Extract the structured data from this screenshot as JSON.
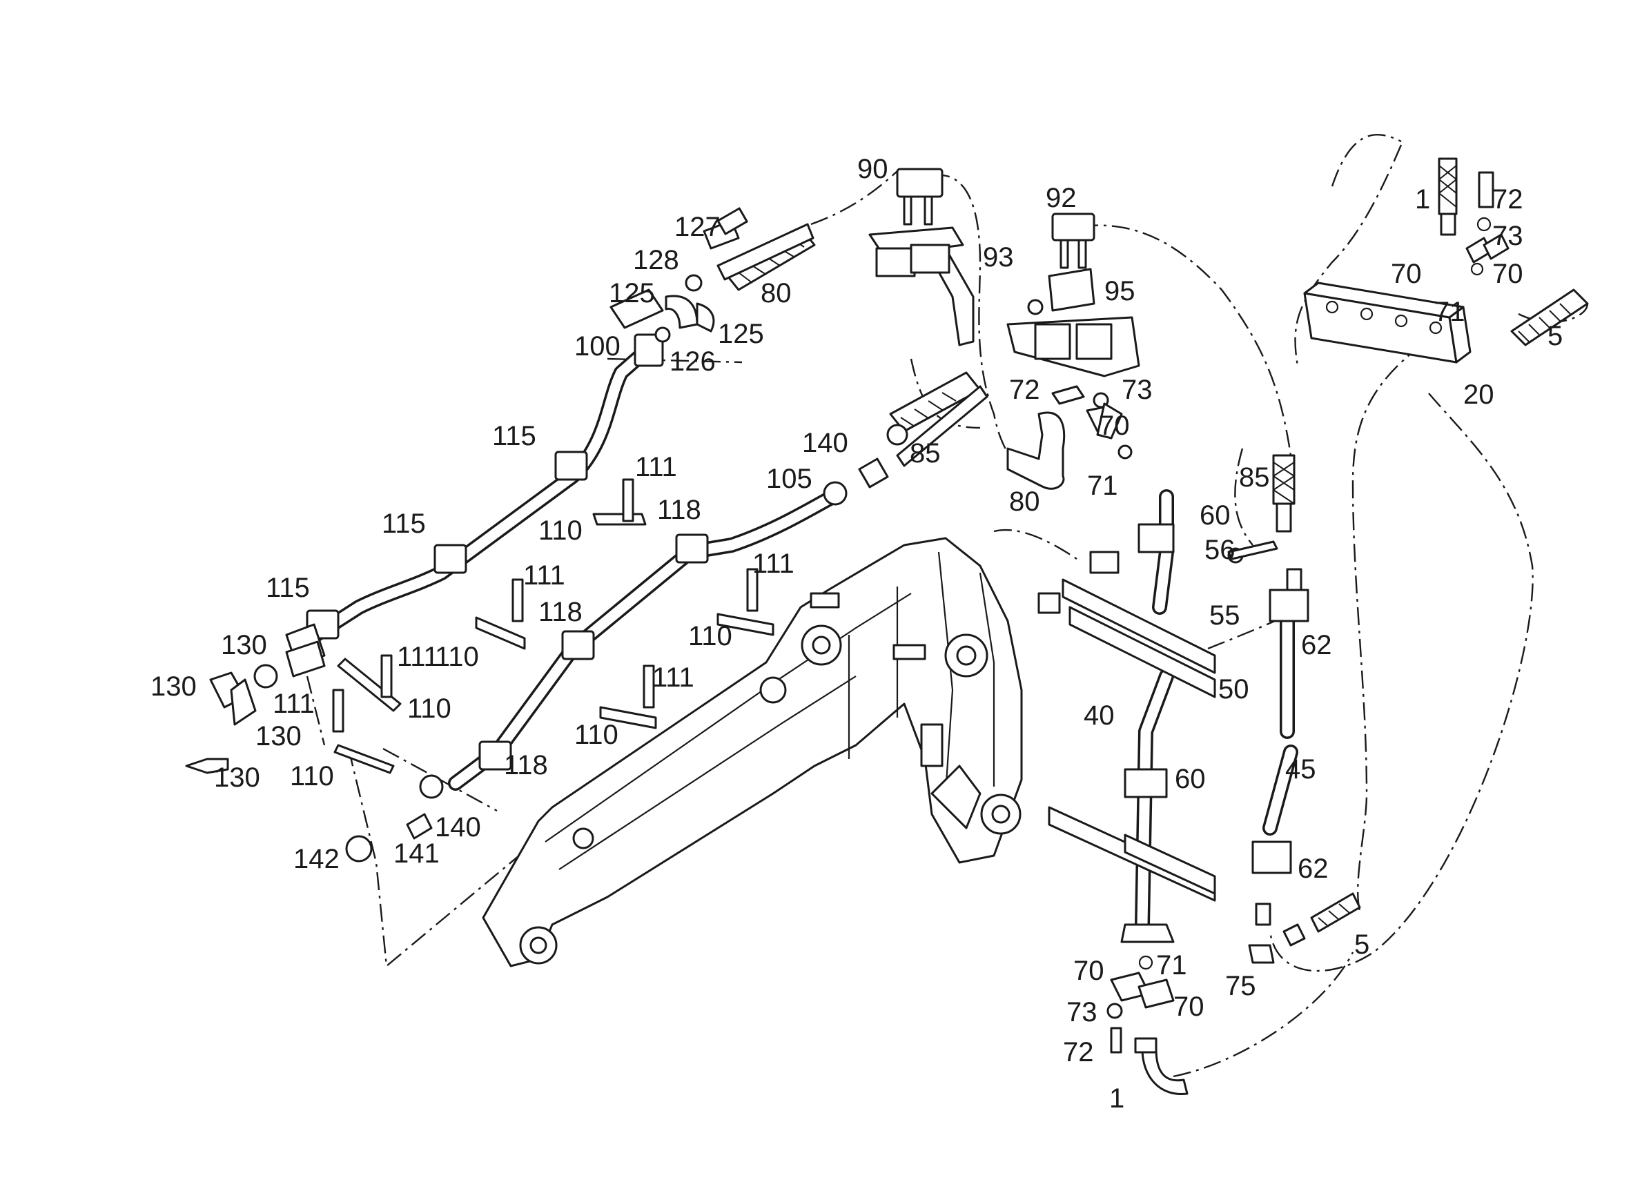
{
  "callouts": [
    {
      "id": "c90",
      "text": "90"
    },
    {
      "id": "c127",
      "text": "127"
    },
    {
      "id": "c128",
      "text": "128"
    },
    {
      "id": "c125a",
      "text": "125"
    },
    {
      "id": "c80a",
      "text": "80"
    },
    {
      "id": "c125b",
      "text": "125"
    },
    {
      "id": "c100",
      "text": "100"
    },
    {
      "id": "c126",
      "text": "126"
    },
    {
      "id": "c93",
      "text": "93"
    },
    {
      "id": "c92",
      "text": "92"
    },
    {
      "id": "c95",
      "text": "95"
    },
    {
      "id": "c1a",
      "text": "1"
    },
    {
      "id": "c72a",
      "text": "72"
    },
    {
      "id": "c73a",
      "text": "73"
    },
    {
      "id": "c70a",
      "text": "70"
    },
    {
      "id": "c70b",
      "text": "70"
    },
    {
      "id": "c71a",
      "text": "71"
    },
    {
      "id": "c5a",
      "text": "5"
    },
    {
      "id": "c20",
      "text": "20"
    },
    {
      "id": "c72b",
      "text": "72"
    },
    {
      "id": "c73b",
      "text": "73"
    },
    {
      "id": "c70c",
      "text": "70"
    },
    {
      "id": "c71b",
      "text": "71"
    },
    {
      "id": "c80b",
      "text": "80"
    },
    {
      "id": "c115a",
      "text": "115"
    },
    {
      "id": "c140a",
      "text": "140"
    },
    {
      "id": "c85a",
      "text": "85"
    },
    {
      "id": "c105",
      "text": "105"
    },
    {
      "id": "c111a",
      "text": "111"
    },
    {
      "id": "c118a",
      "text": "118"
    },
    {
      "id": "c110a",
      "text": "110"
    },
    {
      "id": "c85b",
      "text": "85"
    },
    {
      "id": "c60a",
      "text": "60"
    },
    {
      "id": "c56",
      "text": "56"
    },
    {
      "id": "c115b",
      "text": "115"
    },
    {
      "id": "c111b",
      "text": "111"
    },
    {
      "id": "c111c",
      "text": "111"
    },
    {
      "id": "c55",
      "text": "55"
    },
    {
      "id": "c115c",
      "text": "115"
    },
    {
      "id": "c118b",
      "text": "118"
    },
    {
      "id": "c130a",
      "text": "130"
    },
    {
      "id": "c110b",
      "text": "110"
    },
    {
      "id": "c111d",
      "text": "111"
    },
    {
      "id": "c110c",
      "text": "110"
    },
    {
      "id": "c62a",
      "text": "62"
    },
    {
      "id": "c130b",
      "text": "130"
    },
    {
      "id": "c111e",
      "text": "111"
    },
    {
      "id": "c111f",
      "text": "111"
    },
    {
      "id": "c110d",
      "text": "110"
    },
    {
      "id": "c50",
      "text": "50"
    },
    {
      "id": "c130c",
      "text": "130"
    },
    {
      "id": "c110e",
      "text": "110"
    },
    {
      "id": "c40",
      "text": "40"
    },
    {
      "id": "c130d",
      "text": "130"
    },
    {
      "id": "c110f",
      "text": "110"
    },
    {
      "id": "c118c",
      "text": "118"
    },
    {
      "id": "c45",
      "text": "45"
    },
    {
      "id": "c60b",
      "text": "60"
    },
    {
      "id": "c140b",
      "text": "140"
    },
    {
      "id": "c142",
      "text": "142"
    },
    {
      "id": "c141",
      "text": "141"
    },
    {
      "id": "c62b",
      "text": "62"
    },
    {
      "id": "c5b",
      "text": "5"
    },
    {
      "id": "c75",
      "text": "75"
    },
    {
      "id": "c71c",
      "text": "71"
    },
    {
      "id": "c70d",
      "text": "70"
    },
    {
      "id": "c70e",
      "text": "70"
    },
    {
      "id": "c73c",
      "text": "73"
    },
    {
      "id": "c72c",
      "text": "72"
    },
    {
      "id": "c1b",
      "text": "1"
    }
  ]
}
